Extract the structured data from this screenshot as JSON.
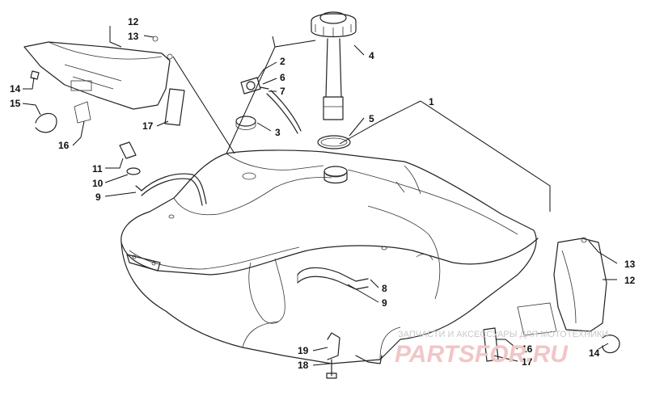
{
  "callouts": {
    "c1": "1",
    "c2": "2",
    "c3": "3",
    "c4": "4",
    "c5": "5",
    "c6": "6",
    "c7": "7",
    "c8": "8",
    "c9a": "9",
    "c9b": "9",
    "c10": "10",
    "c11": "11",
    "c12a": "12",
    "c12b": "12",
    "c13a": "13",
    "c13b": "13",
    "c14a": "14",
    "c14b": "14",
    "c15": "15",
    "c16a": "16",
    "c16b": "16",
    "c17a": "17",
    "c17b": "17",
    "c18": "18",
    "c19": "19"
  },
  "watermark": {
    "tagline": "ЗАПЧАСТИ И АКСЕССУАРЫ ДЛЯ МОТОТЕХНИКИ",
    "brand": "PARTSFOR.RU"
  }
}
